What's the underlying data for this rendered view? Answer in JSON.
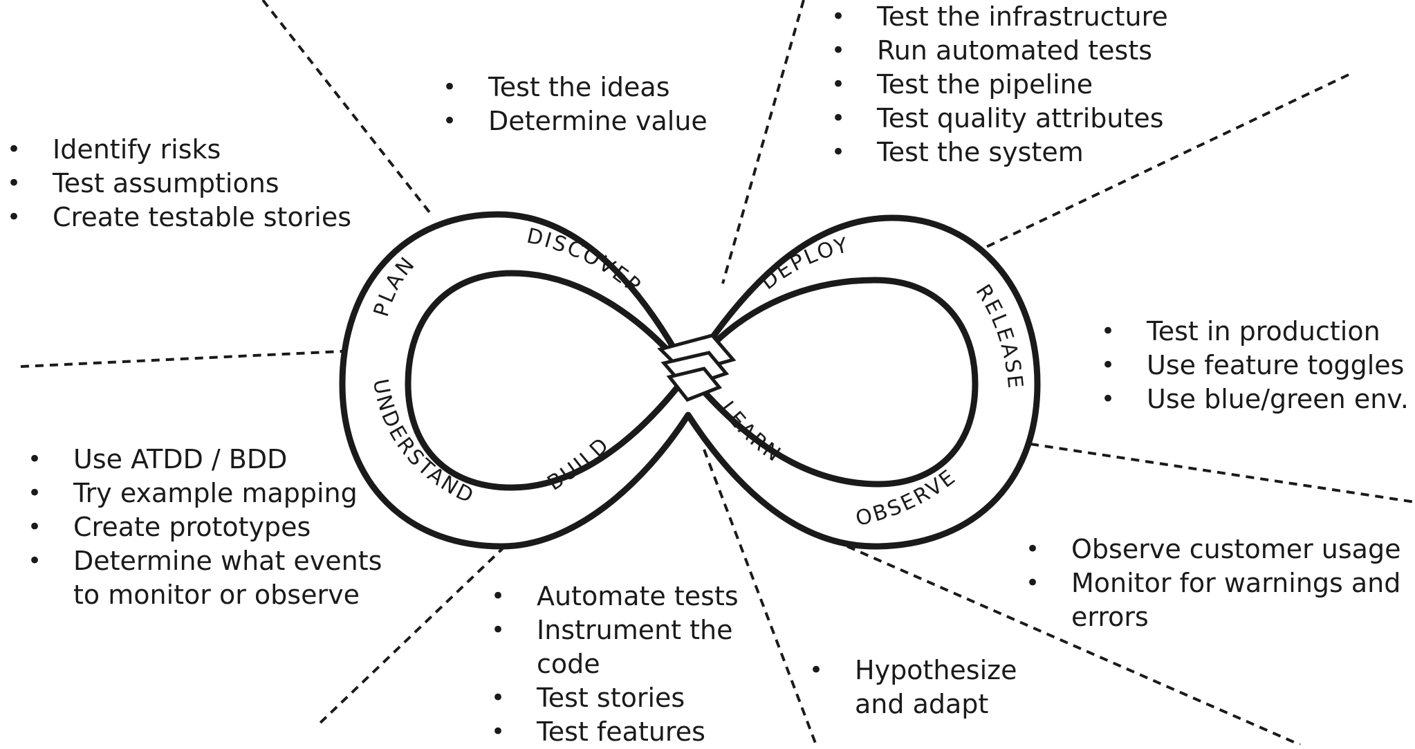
{
  "phases": {
    "plan": "PLAN",
    "discover": "DISCOVER",
    "deploy": "DEPLOY",
    "release": "RELEASE",
    "understand": "UNDERSTAND",
    "build": "BUILD",
    "learn": "LEARN",
    "observe": "OBSERVE"
  },
  "notes": {
    "plan": [
      "Identify risks",
      "Test assumptions",
      "Create testable stories"
    ],
    "discover": [
      "Test the ideas",
      "Determine value"
    ],
    "deploy": [
      "Test the infrastructure",
      "Run automated tests",
      "Test the pipeline",
      "Test quality attributes",
      "Test the system"
    ],
    "release": [
      "Test in production",
      "Use feature toggles",
      "Use blue/green env."
    ],
    "understand": [
      "Use ATDD / BDD",
      "Try example mapping",
      "Create prototypes",
      "Determine what events\nto monitor or observe"
    ],
    "build": [
      "Automate tests",
      "Instrument the\ncode",
      "Test stories",
      "Test features"
    ],
    "learn": [
      "Hypothesize\nand adapt"
    ],
    "observe": [
      "Observe customer usage",
      "Monitor for warnings and\nerrors"
    ]
  },
  "colors": {
    "ink": "#1a1a1a",
    "title": "#1a78c2"
  }
}
